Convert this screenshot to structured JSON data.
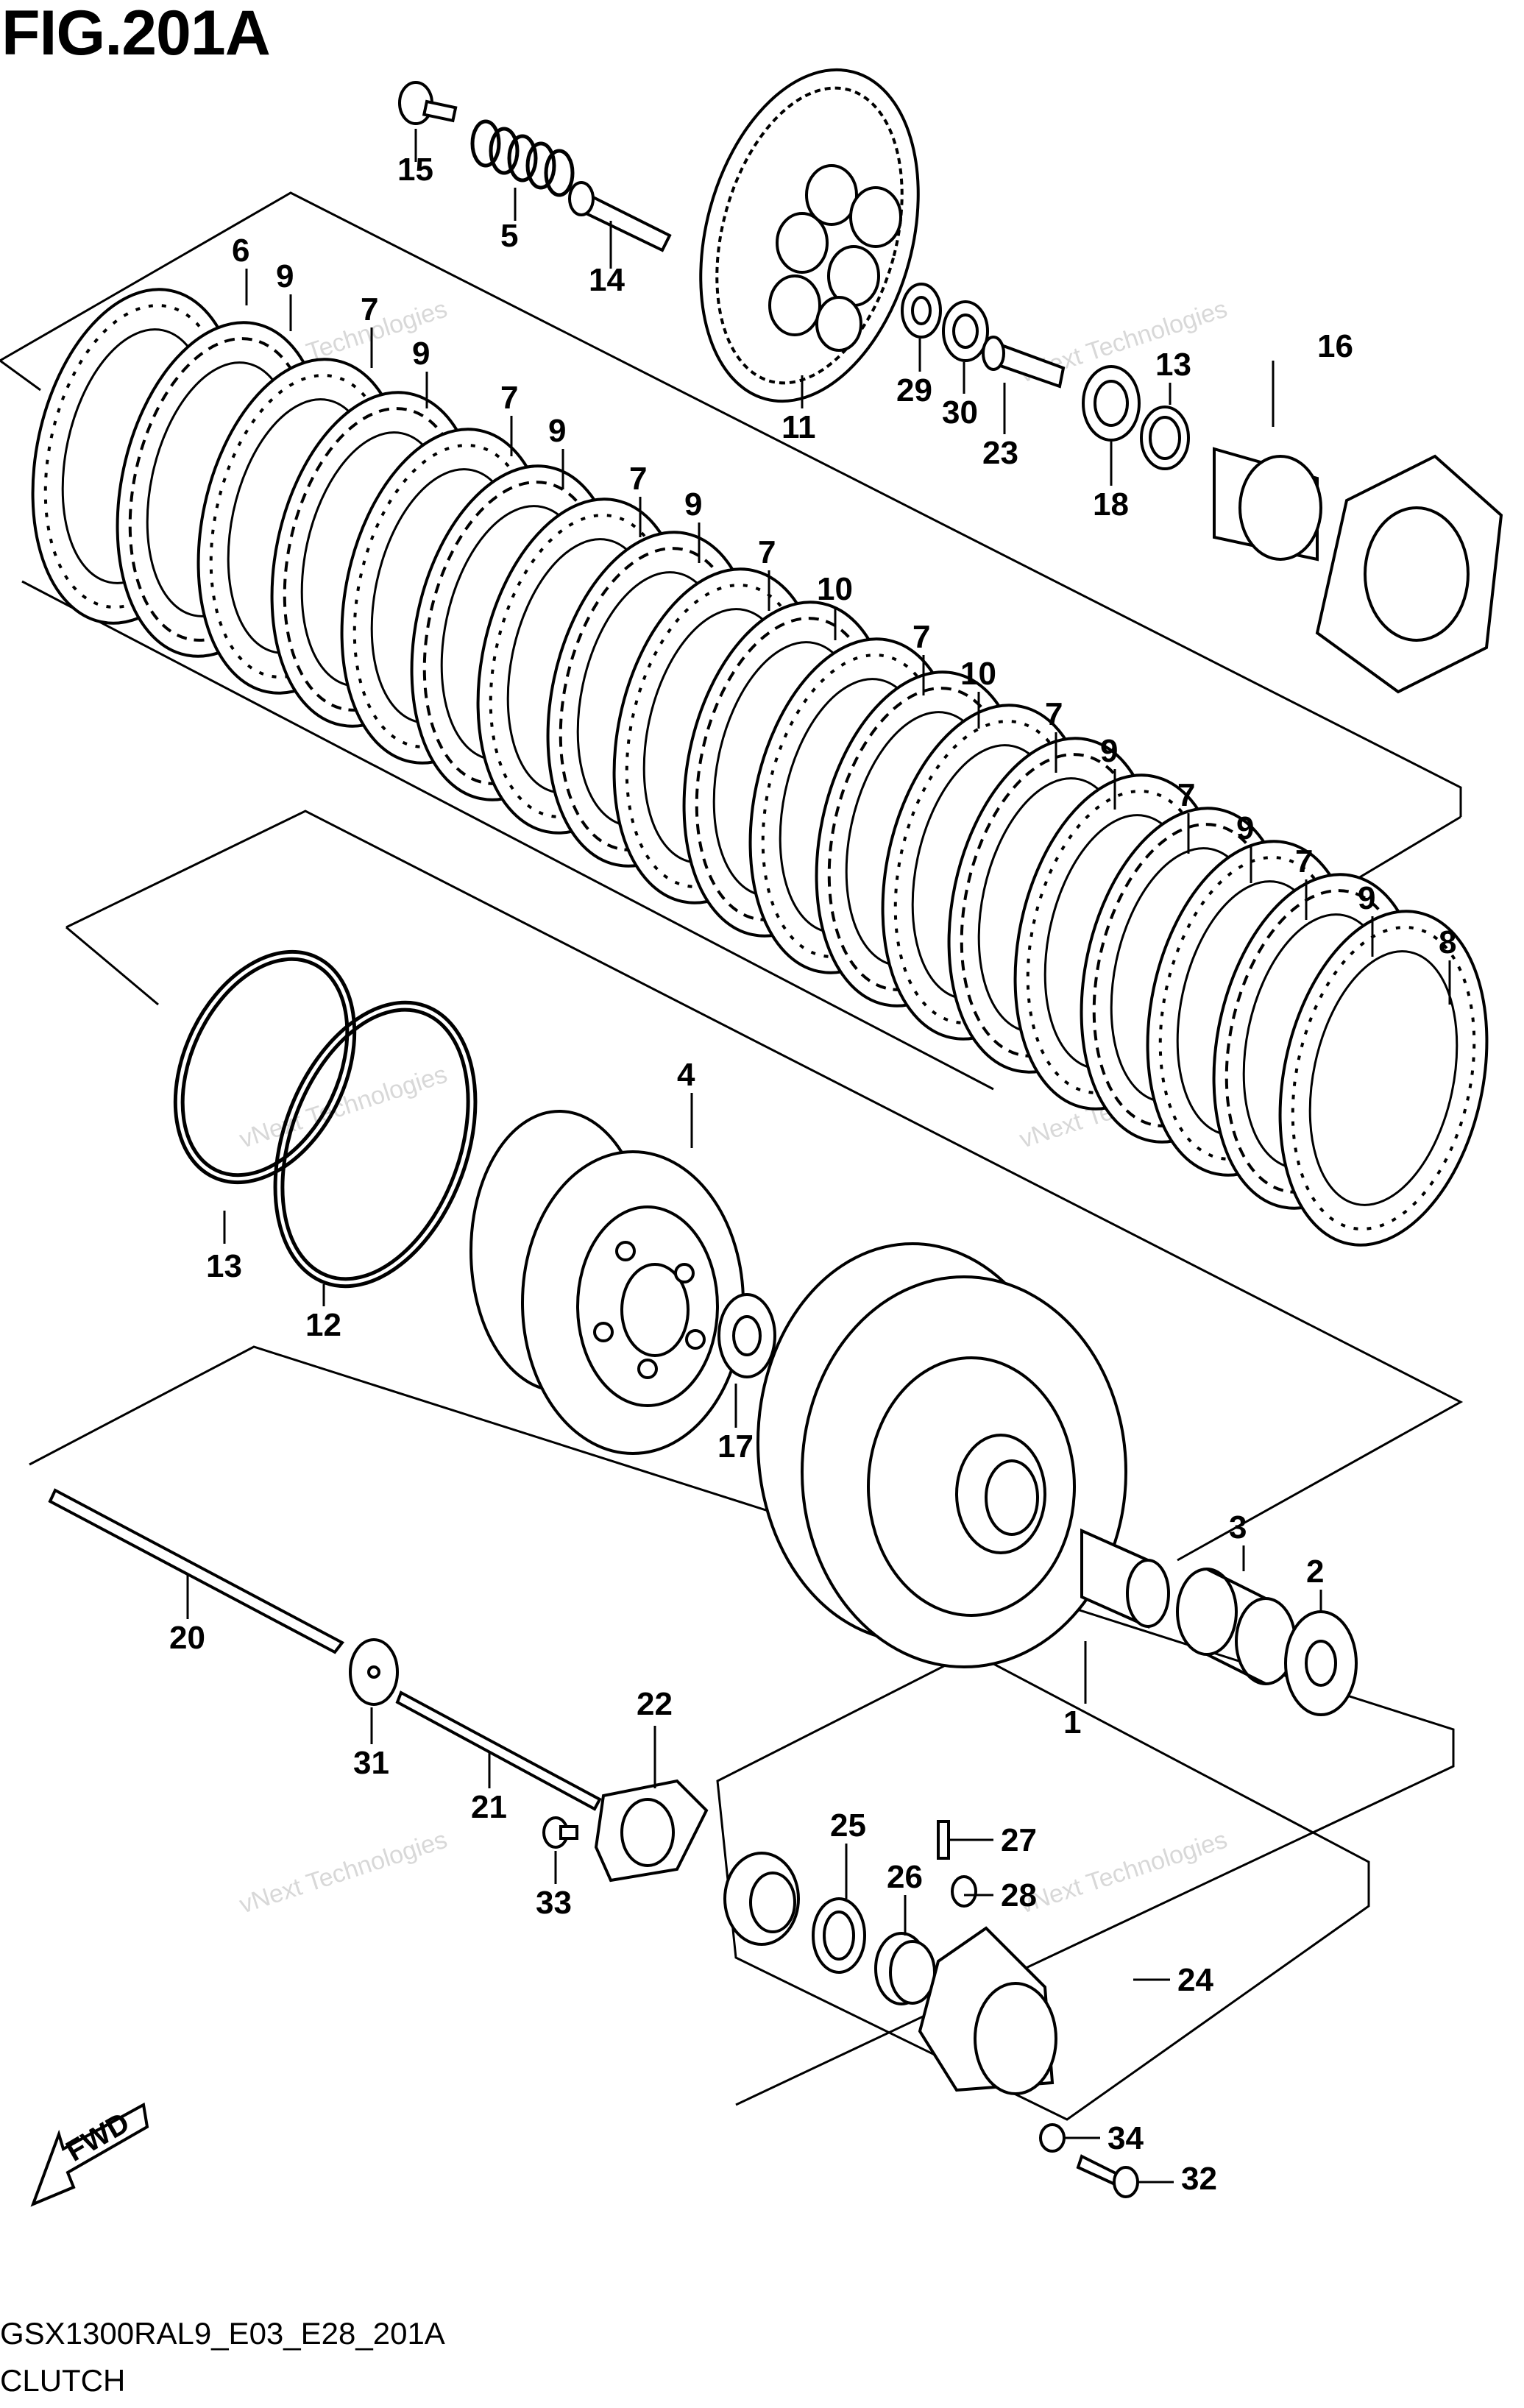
{
  "figure": {
    "title": "FIG.201A",
    "code": "GSX1300RAL9_E03_E28_201A",
    "name": "CLUTCH",
    "fwd_label": "FWD",
    "watermark_line1": "vNext Technologies",
    "watermark_line2": "Technologies",
    "watermark_line3": "vNext"
  },
  "callouts": [
    {
      "id": "c15",
      "label": "15"
    },
    {
      "id": "c5",
      "label": "5"
    },
    {
      "id": "c14",
      "label": "14"
    },
    {
      "id": "c6",
      "label": "6"
    },
    {
      "id": "c9a",
      "label": "9"
    },
    {
      "id": "c7a",
      "label": "7"
    },
    {
      "id": "c9b",
      "label": "9"
    },
    {
      "id": "c7b",
      "label": "7"
    },
    {
      "id": "c9c",
      "label": "9"
    },
    {
      "id": "c7c",
      "label": "7"
    },
    {
      "id": "c9d",
      "label": "9"
    },
    {
      "id": "c7d",
      "label": "7"
    },
    {
      "id": "c10a",
      "label": "10"
    },
    {
      "id": "c7e",
      "label": "7"
    },
    {
      "id": "c10b",
      "label": "10"
    },
    {
      "id": "c7f",
      "label": "7"
    },
    {
      "id": "c9e",
      "label": "9"
    },
    {
      "id": "c7g",
      "label": "7"
    },
    {
      "id": "c9f",
      "label": "9"
    },
    {
      "id": "c7h",
      "label": "7"
    },
    {
      "id": "c9g",
      "label": "9"
    },
    {
      "id": "c8",
      "label": "8"
    },
    {
      "id": "c11",
      "label": "11"
    },
    {
      "id": "c29",
      "label": "29"
    },
    {
      "id": "c30",
      "label": "30"
    },
    {
      "id": "c23",
      "label": "23"
    },
    {
      "id": "c13a",
      "label": "13"
    },
    {
      "id": "c18",
      "label": "18"
    },
    {
      "id": "c16",
      "label": "16"
    },
    {
      "id": "c4",
      "label": "4"
    },
    {
      "id": "c13b",
      "label": "13"
    },
    {
      "id": "c12",
      "label": "12"
    },
    {
      "id": "c17",
      "label": "17"
    },
    {
      "id": "c3",
      "label": "3"
    },
    {
      "id": "c2",
      "label": "2"
    },
    {
      "id": "c1",
      "label": "1"
    },
    {
      "id": "c20",
      "label": "20"
    },
    {
      "id": "c31",
      "label": "31"
    },
    {
      "id": "c21",
      "label": "21"
    },
    {
      "id": "c22",
      "label": "22"
    },
    {
      "id": "c33",
      "label": "33"
    },
    {
      "id": "c25",
      "label": "25"
    },
    {
      "id": "c26",
      "label": "26"
    },
    {
      "id": "c27",
      "label": "27"
    },
    {
      "id": "c28",
      "label": "28"
    },
    {
      "id": "c24",
      "label": "24"
    },
    {
      "id": "c34",
      "label": "34"
    },
    {
      "id": "c32",
      "label": "32"
    }
  ]
}
